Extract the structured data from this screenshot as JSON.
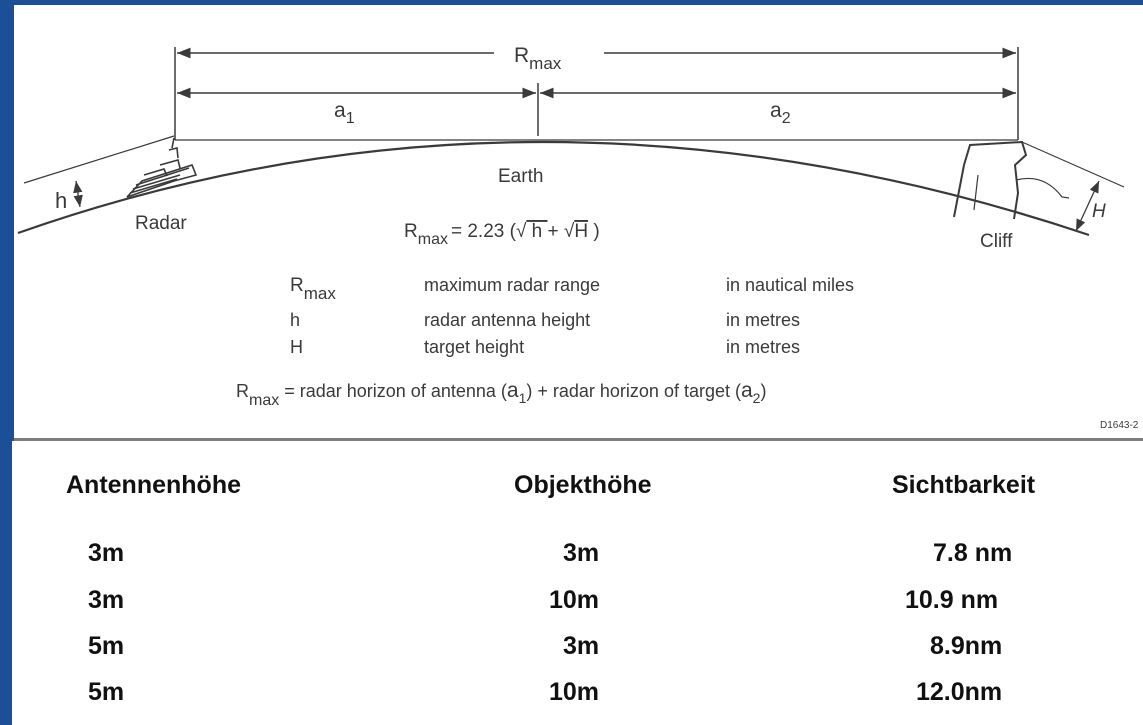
{
  "diagram": {
    "rmax_label": {
      "main": "R",
      "sub": "max"
    },
    "a1_label": {
      "main": "a",
      "sub": "1"
    },
    "a2_label": {
      "main": "a",
      "sub": "2"
    },
    "h_label": "h",
    "H_label": "H",
    "earth_label": "Earth",
    "radar_label": "Radar",
    "cliff_label": "Cliff",
    "formula": {
      "lhs_main": "R",
      "lhs_sub": "max",
      "rhs_prefix": "= 2.23 (",
      "sqrt1": "√",
      "h": " h ",
      "plus": " + ",
      "sqrt2": "√",
      "H": "H",
      "close": "  )"
    },
    "legend": [
      {
        "symbol_main": "R",
        "symbol_sub": "max",
        "description": "maximum radar range",
        "unit": "in nautical miles"
      },
      {
        "symbol_main": "h",
        "symbol_sub": "",
        "description": "radar antenna height",
        "unit": "in metres"
      },
      {
        "symbol_main": "H",
        "symbol_sub": "",
        "description": "target height",
        "unit": "in metres"
      }
    ],
    "summary": {
      "lhs_main": "R",
      "lhs_sub": "max",
      "text1": " = radar horizon of antenna (",
      "a1_main": "a",
      "a1_sub": "1",
      "text2": ") + radar horizon of target (",
      "a2_main": "a",
      "a2_sub": "2",
      "text3": ")"
    },
    "code": "D1643-2"
  },
  "table": {
    "headers": [
      "Antennenhöhe",
      "Objekthöhe",
      "Sichtbarkeit"
    ],
    "rows": [
      [
        "3m",
        "3m",
        "7.8 nm"
      ],
      [
        "3m",
        "10m",
        "10.9 nm"
      ],
      [
        "5m",
        "3m",
        "8.9nm"
      ],
      [
        "5m",
        "10m",
        "12.0nm"
      ]
    ]
  },
  "colors": {
    "slide_background": "#1b4f98",
    "panel": "#ffffff",
    "diagram_ink": "#3a3a3a",
    "table_text": "#111111"
  }
}
